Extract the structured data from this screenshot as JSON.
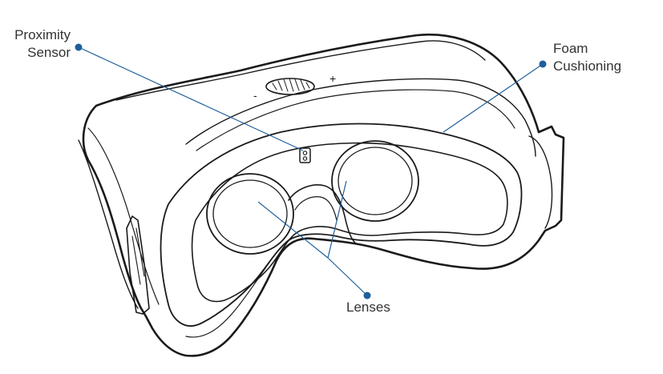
{
  "labels": {
    "proximity_sensor": [
      "Proximity",
      "Sensor"
    ],
    "foam_cushioning": [
      "Foam",
      "Cushioning"
    ],
    "lenses": "Lenses",
    "focus_minus": "-",
    "focus_plus": "+"
  },
  "colors": {
    "outline": "#1a1a1a",
    "callout": "#1f5f9a",
    "text": "#333333"
  }
}
